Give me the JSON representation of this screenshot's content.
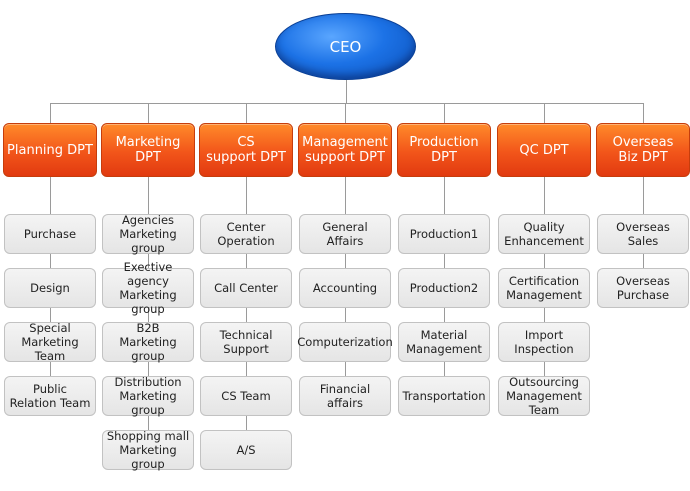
{
  "ceo": {
    "label": "CEO"
  },
  "departments": [
    {
      "name": "Planning DPT",
      "teams": [
        "Purchase",
        "Design",
        "Special\nMarketing Team",
        "Public\nRelation Team"
      ]
    },
    {
      "name": "Marketing DPT",
      "teams": [
        "Agencies\nMarketing group",
        "Exective agency\nMarketing group",
        "B2B\nMarketing group",
        "Distribution\nMarketing group",
        "Shopping mall\nMarketing group"
      ]
    },
    {
      "name": "CS\nsupport DPT",
      "teams": [
        "Center\nOperation",
        "Call Center",
        "Technical\nSupport",
        "CS Team",
        "A/S"
      ]
    },
    {
      "name": "Management\nsupport DPT",
      "teams": [
        "General\nAffairs",
        "Accounting",
        "Computerization",
        "Financial affairs"
      ]
    },
    {
      "name": "Production\nDPT",
      "teams": [
        "Production1",
        "Production2",
        "Material\nManagement",
        "Transportation"
      ]
    },
    {
      "name": "QC DPT",
      "teams": [
        "Quality\nEnhancement",
        "Certification\nManagement",
        "Import\nInspection",
        "Outsourcing\nManagement Team"
      ]
    },
    {
      "name": "Overseas\nBiz DPT",
      "teams": [
        "Overseas\nSales",
        "Overseas\nPurchase"
      ]
    }
  ],
  "colors": {
    "ceo": "#1c72e6",
    "department": "#f2551a",
    "team": "#e8e8e8",
    "connector": "#9a9a9a"
  }
}
